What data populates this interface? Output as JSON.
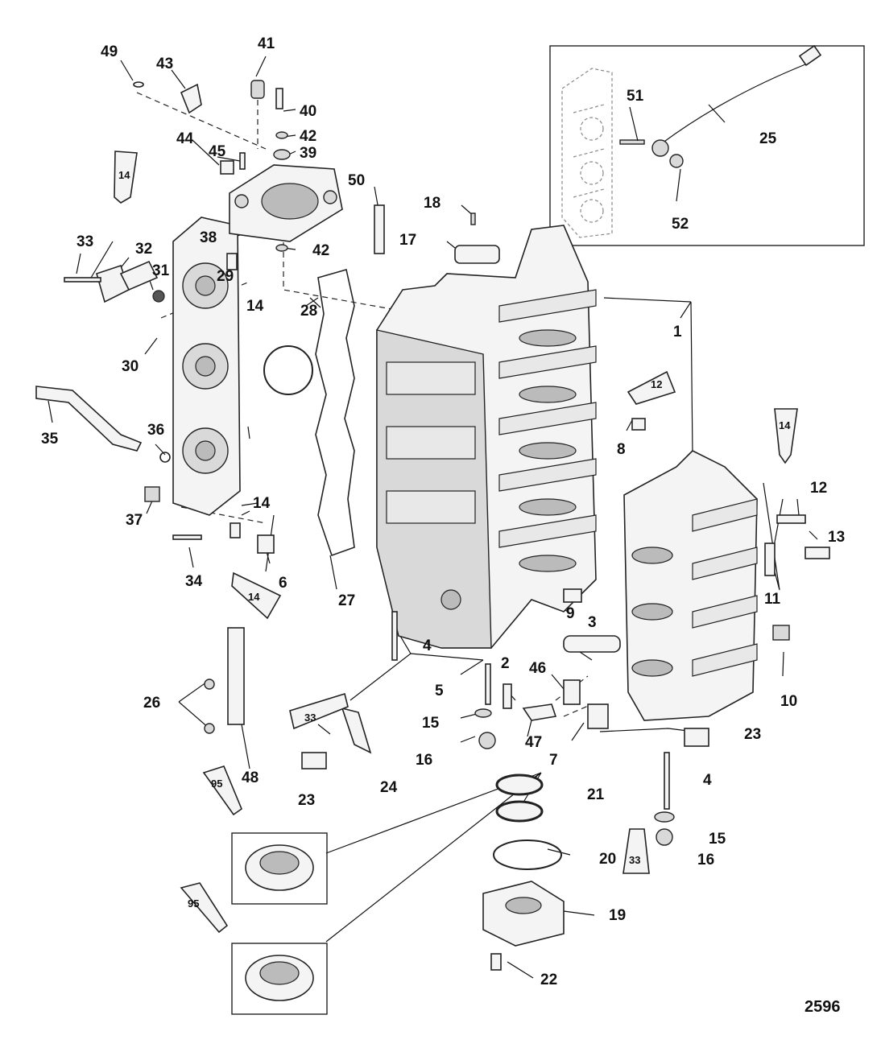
{
  "figure_number": "2596",
  "callouts": {
    "c1": "1",
    "c2": "2",
    "c3": "3",
    "c4a": "4",
    "c4b": "4",
    "c5": "5",
    "c6": "6",
    "c7": "7",
    "c8": "8",
    "c9": "9",
    "c10": "10",
    "c11": "11",
    "c12": "12",
    "c13": "13",
    "c14a": "14",
    "c14b": "14",
    "c15a": "15",
    "c15b": "15",
    "c16a": "16",
    "c16b": "16",
    "c17": "17",
    "c18": "18",
    "c19": "19",
    "c20": "20",
    "c21": "21",
    "c22": "22",
    "c23a": "23",
    "c23b": "23",
    "c24": "24",
    "c25": "25",
    "c26": "26",
    "c27": "27",
    "c28": "28",
    "c29": "29",
    "c30": "30",
    "c31": "31",
    "c32": "32",
    "c33": "33",
    "c34": "34",
    "c35": "35",
    "c36": "36",
    "c37": "37",
    "c38": "38",
    "c39": "39",
    "c40": "40",
    "c41": "41",
    "c42a": "42",
    "c42b": "42",
    "c43": "43",
    "c44": "44",
    "c45": "45",
    "c46": "46",
    "c47": "47",
    "c48": "48",
    "c49": "49",
    "c50": "50",
    "c51": "51",
    "c52": "52"
  },
  "tube_labels": {
    "t14a": "14",
    "t14b": "14",
    "t14c": "14",
    "t12": "12",
    "t33a": "33",
    "t33b": "33",
    "t95a": "95",
    "t95b": "95"
  }
}
